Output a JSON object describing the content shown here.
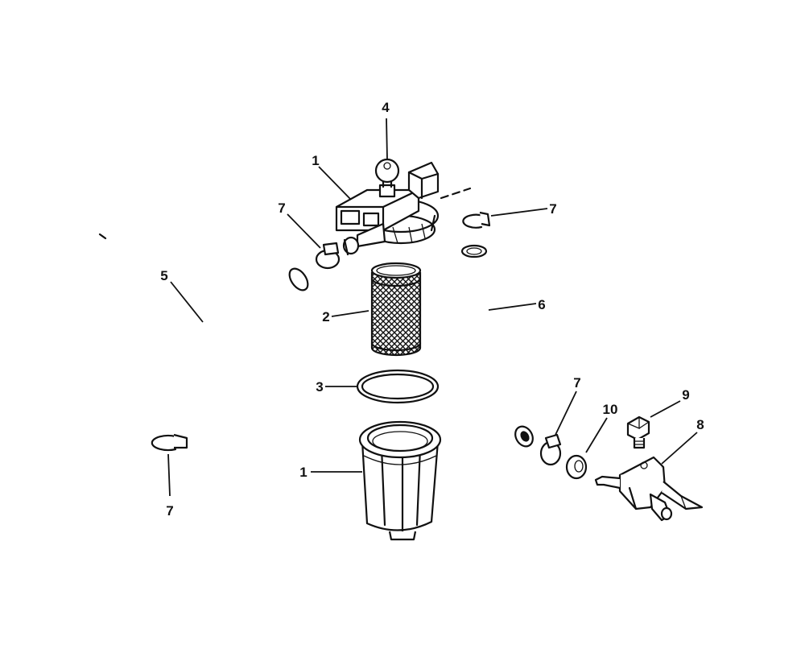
{
  "colors": {
    "ink": "#111111",
    "paper": "#ffffff"
  },
  "callouts": {
    "filter_head": "1",
    "filter_bowl": "1",
    "element": "2",
    "seal_ring": "3",
    "vent_screw": "4",
    "hose_left": "5",
    "hose_right": "6",
    "clamp_top_left": "7",
    "clamp_top_right": "7",
    "clamp_bottom_left": "7",
    "clamp_bottom_mid": "7",
    "connector": "8",
    "screw": "9",
    "washer": "10"
  }
}
